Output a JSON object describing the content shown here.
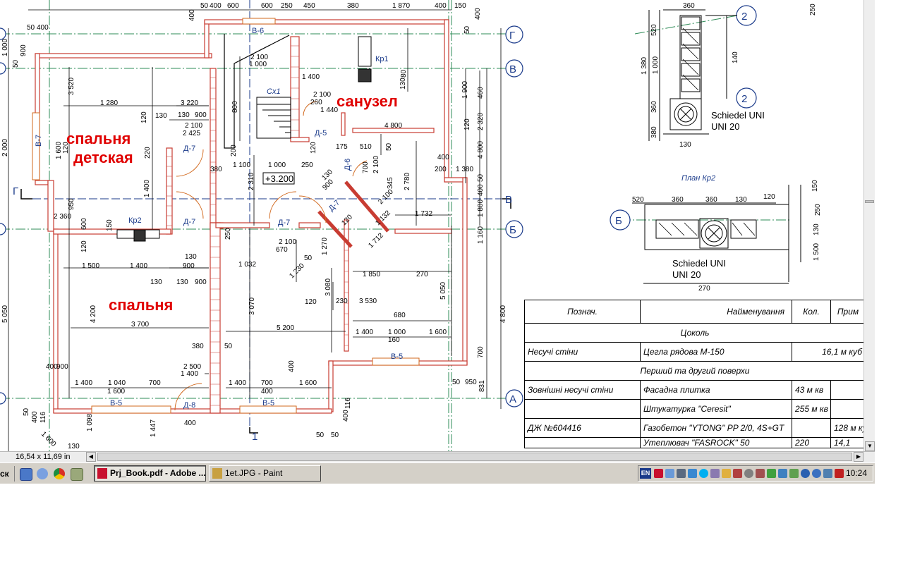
{
  "drawing": {
    "room_labels": [
      "спальня",
      "детская",
      "санузел",
      "спальня"
    ],
    "plan_title": "План Кр2",
    "chimney_label_1": "Schiedel UNI",
    "chimney_label_2": "UNI 20",
    "chimney_label_3": "Schiedel UNI",
    "chimney_label_4": "UNI 20",
    "level_mark": "+3.200",
    "stair_tag": "Сх1",
    "axis_markers": [
      "Г",
      "В",
      "Б",
      "А",
      "2",
      "2",
      "Г",
      "В",
      "Б",
      "1"
    ],
    "element_tags": [
      "В-6",
      "Кр1",
      "В-7",
      "Д-7",
      "Д-5",
      "Д-6",
      "Кр2",
      "Д-7",
      "Д-7",
      "Д-7",
      "В-5",
      "В-5",
      "Д-8",
      "В-5"
    ],
    "dimensions": [
      "50",
      "400",
      "600",
      "600",
      "250",
      "450",
      "380",
      "1 870",
      "400",
      "150",
      "50",
      "400",
      "1 000",
      "400",
      "50",
      "400",
      "50",
      "900",
      "2 100",
      "1 000",
      "80",
      "130",
      "1 400",
      "3 520",
      "1 280",
      "3 220",
      "800",
      "2 100",
      "260",
      "1 440",
      "1 900",
      "460",
      "120",
      "2 320",
      "120",
      "130",
      "130",
      "900",
      "2 100",
      "2 425",
      "4 800",
      "2 000",
      "1 600",
      "120",
      "220",
      "200",
      "120",
      "175",
      "510",
      "50",
      "400",
      "200",
      "1 380",
      "4 800",
      "380",
      "1 100",
      "1 000",
      "250",
      "700",
      "2 100",
      "345",
      "2 780",
      "400",
      "50",
      "2 310",
      "130",
      "900",
      "2 100",
      "1 732",
      "1 800",
      "950",
      "1 400",
      "2 360",
      "600",
      "250",
      "150",
      "120",
      "1 132",
      "1 712",
      "1 160",
      "120",
      "130",
      "900",
      "2 100",
      "670",
      "50",
      "1 270",
      "1 500",
      "1 400",
      "1 032",
      "1 230",
      "1 850",
      "270",
      "130",
      "130",
      "900",
      "120",
      "230",
      "3 530",
      "5 050",
      "5 050",
      "4 800",
      "4 200",
      "3 700",
      "5 200",
      "3 070",
      "3 080",
      "680",
      "1 400",
      "1 000",
      "1 600",
      "160",
      "380",
      "50",
      "400",
      "900",
      "2 500",
      "1 400",
      "400",
      "700",
      "1 400",
      "1 040",
      "700",
      "1 400",
      "700",
      "1 600",
      "1 600",
      "400",
      "50",
      "950",
      "831",
      "50",
      "400",
      "116",
      "1 098",
      "1 447",
      "400",
      "50",
      "50",
      "400",
      "116",
      "1 600",
      "130",
      "250",
      "360",
      "1 380",
      "520",
      "1 000",
      "140",
      "360",
      "380",
      "130",
      "520",
      "360",
      "360",
      "130",
      "120",
      "150",
      "250",
      "130",
      "1 500",
      "270"
    ]
  },
  "spec_table": {
    "headers": [
      "Позначення",
      "Найменування",
      "Кол.",
      "Примітка"
    ],
    "header_visible": [
      "Познач.",
      "Найменування",
      "Кол.",
      "Прим"
    ],
    "section_1": "Цоколь",
    "row_1": [
      "Несучі стіни",
      "Цегла рядова М-150",
      "",
      "16,1 м куб"
    ],
    "section_2": "Перший та другий поверхи",
    "row_2": [
      "Зовнішні несучі стіни",
      "Фасадна плитка",
      "43 м кв",
      ""
    ],
    "row_3": [
      "",
      "Штукатурка \"Ceresit\"",
      "255 м кв",
      ""
    ],
    "row_4": [
      "ДЖ №604416",
      "Газобетон \"YTONG\" PP 2/0, 4S+GT",
      "",
      "128 м куб"
    ],
    "row_5": [
      "",
      "Утеплювач \"FASROCK\" 50",
      "220",
      "14,1"
    ]
  },
  "viewer": {
    "page_size": "16,54 x 11,69 in"
  },
  "taskbar": {
    "start_fragment": "ск",
    "tasks": [
      {
        "label": "Prj_Book.pdf - Adobe ...",
        "active": true
      },
      {
        "label": "1et.JPG - Paint",
        "active": false
      }
    ],
    "lang": "EN",
    "clock": "10:24"
  },
  "colors": {
    "wall_red": "#c83c32",
    "room_label": "#e00000",
    "axis_blue": "#1a3a8a",
    "grid_green": "#2e8b57",
    "door_orange": "#d2691e"
  }
}
